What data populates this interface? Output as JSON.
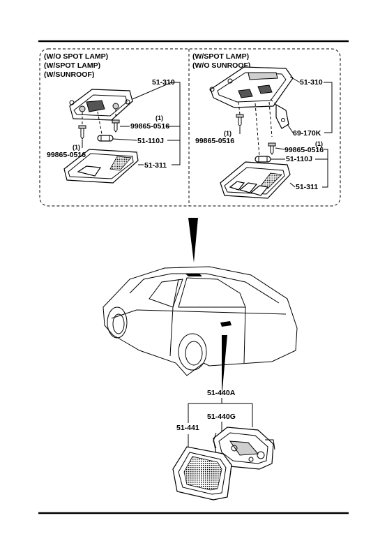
{
  "left_panel": {
    "condition_lines": [
      "(W/O SPOT LAMP)",
      "(W/SPOT LAMP)",
      "(W/SUNROOF)"
    ],
    "parts": {
      "housing": "51-310",
      "screw_right": "99865-0516",
      "screw_right_qty": "(1)",
      "bulb": "51-110J",
      "screw_left": "99865-0516",
      "screw_left_qty": "(1)",
      "lens": "51-311"
    }
  },
  "right_panel": {
    "condition_lines": [
      "(W/SPOT LAMP)",
      "(W/O SUNROOF)"
    ],
    "parts": {
      "housing": "51-310",
      "screw_left": "99865-0516",
      "screw_left_qty": "(1)",
      "bracket": "69-170K",
      "screw_right": "99865-0516",
      "screw_right_qty": "(1)",
      "bulb": "51-110J",
      "lens": "51-311"
    }
  },
  "courtesy_lamp": {
    "assembly": "51-440A",
    "socket": "51-440G",
    "lens": "51-441"
  }
}
